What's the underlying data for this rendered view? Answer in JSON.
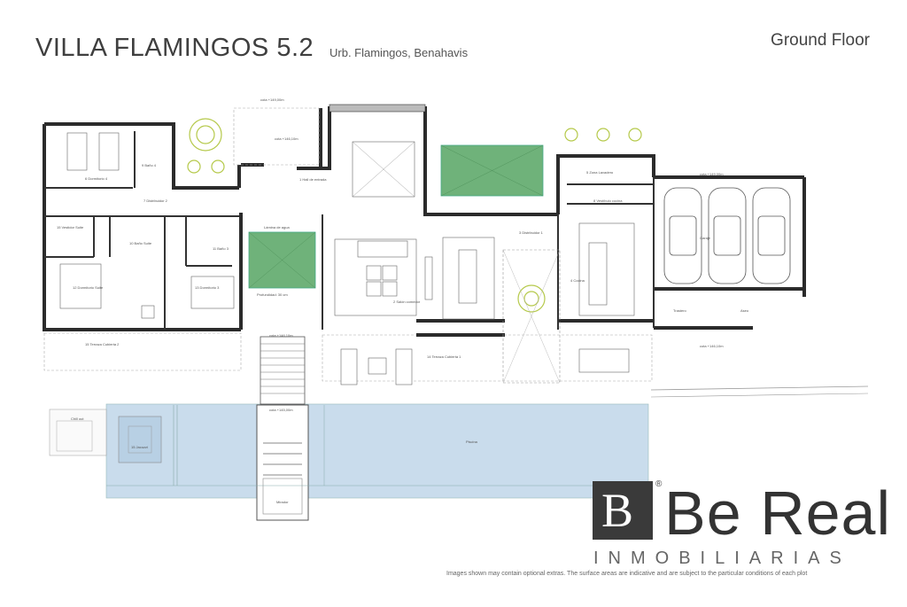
{
  "header": {
    "title": "VILLA FLAMINGOS 5.2",
    "subtitle": "Urb. Flamingos, Benahavis",
    "floor": "Ground Floor"
  },
  "plan": {
    "rooms": {
      "bedroom4": "6 Dormitorio 4",
      "bath4": "9 Baño 4",
      "distributor2": "7 Distribuidor 2",
      "dressing": "15 Vestidor Suite",
      "bath_suite": "10 Baño Suite",
      "bedroom_suite": "12 Dormitorio Suite",
      "bath3": "11 Baño 3",
      "bedroom3": "13 Dormitorio 3",
      "entrance": "1 Hall de entrada",
      "water_sheet": "Lámina de agua",
      "depth": "Profundidad: 30 cm",
      "living": "2 Salón comedor",
      "distributor1": "3 Distribuidor 1",
      "kitchen": "4 Cocina",
      "laundry": "5 Zona Lavadero",
      "pantry": "8 Vestíbulo cocina",
      "garage": "Garaje",
      "storage": "Trastero",
      "engine_room": "Aseo",
      "terrace2": "15 Terraza Cubierta 2",
      "terrace1": "14 Terraza Cubierta 1",
      "jacuzzi": "15 Jacuzzi",
      "chill": "Chill out",
      "pool": "Piscina",
      "pool_step": "Mirador"
    },
    "levels": {
      "upper": "cota +149,00m",
      "main": "cota +146,10m",
      "pool": "cota +145,00m"
    }
  },
  "brand": {
    "mark": "B",
    "registered": "®",
    "name": "Be Real",
    "tagline": "INMOBILIARIAS"
  },
  "disclaimer": "Images shown may contain optional extras. The surface areas are indicative and are subject to the particular conditions of each plot",
  "colors": {
    "pool": "#c9dcec",
    "garden": "#6fb27a",
    "tree": "#b5c94a",
    "wall": "#2b2b2b",
    "logo_bg": "#3a3a3a"
  }
}
